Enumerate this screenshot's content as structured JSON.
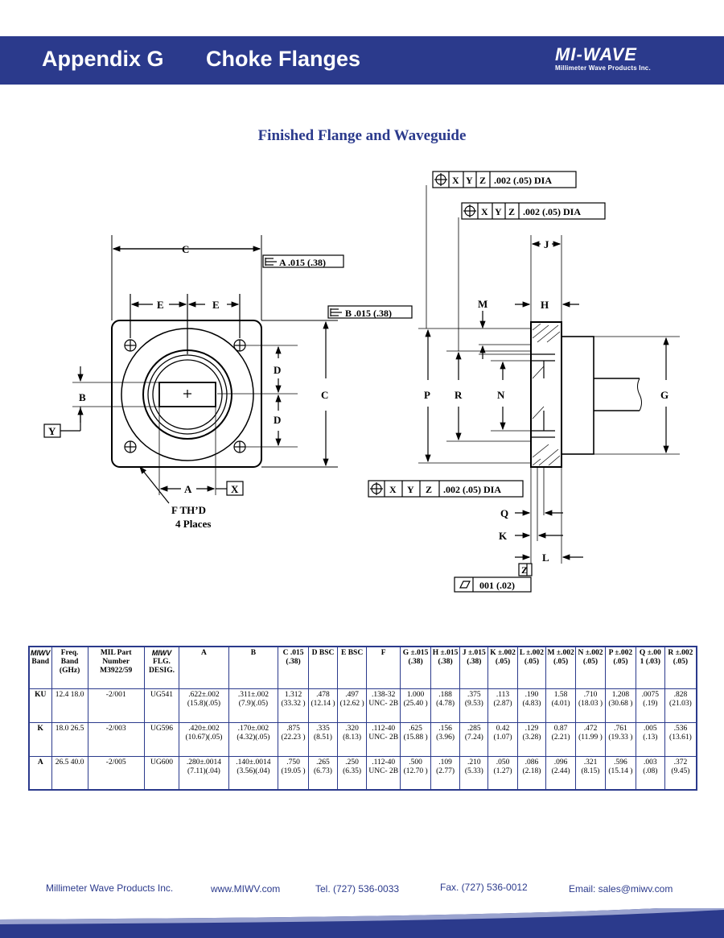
{
  "header": {
    "appendix": "Appendix G",
    "title": "Choke Flanges",
    "logo_brand": "MI-WAVE",
    "logo_tagline": "Millimeter Wave Products Inc."
  },
  "section_title": "Finished Flange and Waveguide",
  "drawing": {
    "labels": {
      "c_top": "C",
      "e1": "E",
      "e2": "E",
      "a_flat": "A .015 (.38)",
      "b_flat": "B .015 (.38)",
      "b": "B",
      "y": "Y",
      "d1": "D",
      "d2": "D",
      "c_right": "C",
      "a": "A",
      "x": "X",
      "f_thd": "F TH’D",
      "places": "4 Places",
      "m": "M",
      "h": "H",
      "j": "J",
      "p": "P",
      "r": "R",
      "n": "N",
      "g": "G",
      "q": "Q",
      "k": "K",
      "l": "L",
      "z": "Z",
      "flatness": "001 (.02)"
    },
    "tolerance_frames": [
      {
        "x": "X",
        "y": "Y",
        "z": "Z",
        "value": ".002 (.05) DIA"
      },
      {
        "x": "X",
        "y": "Y",
        "z": "Z",
        "value": ".002 (.05) DIA"
      },
      {
        "x": "X",
        "y": "Y",
        "z": "Z",
        "value": ".002 (.05) DIA"
      }
    ]
  },
  "table": {
    "headers": [
      {
        "logo": "MIWV",
        "text": "Band"
      },
      {
        "text": "Freq. Band (GHz)"
      },
      {
        "text": "MIL Part Number M3922/59"
      },
      {
        "logo": "MIWV",
        "text": "FLG. DESIG."
      },
      {
        "text": "A"
      },
      {
        "text": "B"
      },
      {
        "text": "C .015 (.38)"
      },
      {
        "text": "D BSC"
      },
      {
        "text": "E BSC"
      },
      {
        "text": "F"
      },
      {
        "text": "G ±.015 (.38)"
      },
      {
        "text": "H ±.015 (.38)"
      },
      {
        "text": "J ±.015 (.38)"
      },
      {
        "text": "K ±.002 (.05)"
      },
      {
        "text": "L ±.002 (.05)"
      },
      {
        "text": "M ±.002 (.05)"
      },
      {
        "text": "N ±.002 (.05)"
      },
      {
        "text": "P ±.002 (.05)"
      },
      {
        "text": "Q ±.00 1 (.03)"
      },
      {
        "text": "R ±.002 (.05)"
      }
    ],
    "rows": [
      [
        "KU",
        "12.4 18.0",
        "-2/001",
        "UG541",
        ".622±.002 (15.8)(.05)",
        ".311±.002 (7.9)(.05)",
        "1.312 (33.32 )",
        ".478 (12.14 )",
        ".497 (12.62 )",
        ".138-32 UNC- 2B",
        "1.000 (25.40 )",
        ".188 (4.78)",
        ".375 (9.53)",
        ".113 (2.87)",
        ".190 (4.83)",
        "1.58 (4.01)",
        ".710 (18.03 )",
        "1.208 (30.68 )",
        ".0075 (.19)",
        ".828 (21.03)"
      ],
      [
        "K",
        "18.0 26.5",
        "-2/003",
        "UG596",
        ".420±.002 (10.67)(.05)",
        ".170±.002 (4.32)(.05)",
        ".875 (22.23 )",
        ".335 (8.51)",
        ".320 (8.13)",
        ".112-40 UNC- 2B",
        ".625 (15.88 )",
        ".156 (3.96)",
        ".285 (7.24)",
        "0.42 (1.07)",
        ".129 (3.28)",
        "0.87 (2.21)",
        ".472 (11.99 )",
        ".761 (19.33 )",
        ".005 (.13)",
        ".536 (13.61)"
      ],
      [
        "A",
        "26.5 40.0",
        "-2/005",
        "UG600",
        ".280±.0014 (7.11)(.04)",
        ".140±.0014 (3.56)(.04)",
        ".750 (19.05 )",
        ".265 (6.73)",
        ".250 (6.35)",
        ".112-40 UNC- 2B",
        ".500 (12.70 )",
        ".109 (2.77)",
        ".210 (5.33)",
        ".050 (1.27)",
        ".086 (2.18)",
        ".096 (2.44)",
        ".321 (8.15)",
        ".596 (15.14 )",
        ".003 (.08)",
        ".372 (9.45)"
      ]
    ]
  },
  "footer": {
    "company": "Millimeter Wave Products Inc.",
    "website": "www.MIWV.com",
    "tel": "Tel. (727) 536-0033",
    "fax": "Fax. (727) 536-0012",
    "email": "Email: sales@miwv.com"
  },
  "colors": {
    "brand_blue": "#2b3a8c"
  }
}
